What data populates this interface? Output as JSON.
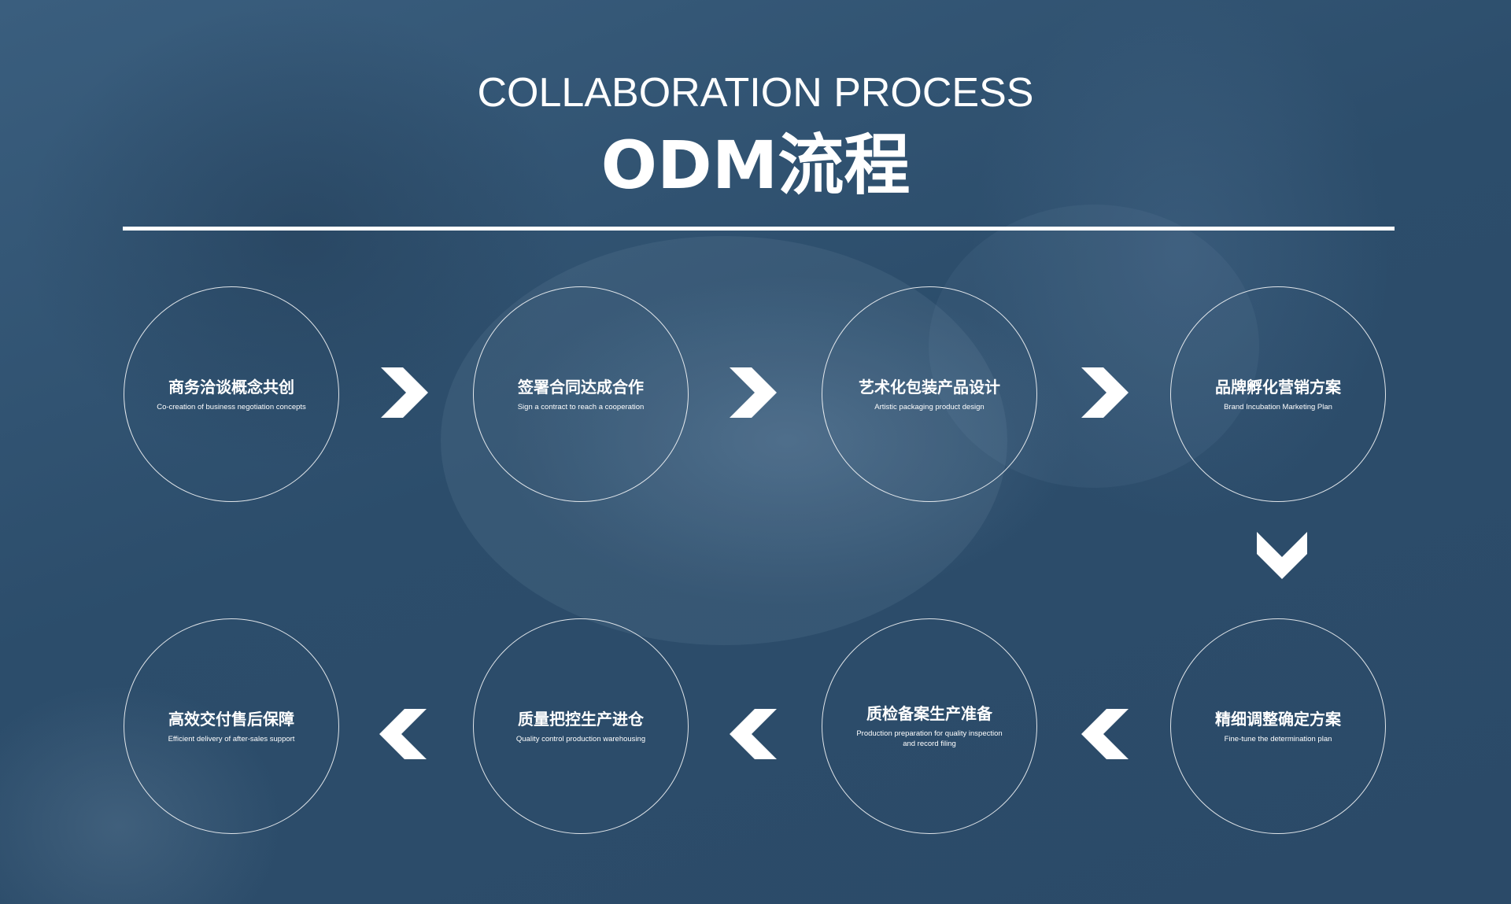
{
  "header": {
    "subtitle": "COLLABORATION PROCESS",
    "title": "ODM流程"
  },
  "steps": [
    {
      "title": "商务洽谈概念共创",
      "subtitle": "Co-creation of business negotiation concepts"
    },
    {
      "title": "签署合同达成合作",
      "subtitle": "Sign a contract to reach a cooperation"
    },
    {
      "title": "艺术化包装产品设计",
      "subtitle": "Artistic packaging product design"
    },
    {
      "title": "品牌孵化营销方案",
      "subtitle": "Brand Incubation Marketing Plan"
    },
    {
      "title": "精细调整确定方案",
      "subtitle": "Fine-tune the determination plan"
    },
    {
      "title": "质检备案生产准备",
      "subtitle": "Production preparation for quality inspection and record filing"
    },
    {
      "title": "质量把控生产进仓",
      "subtitle": "Quality control production warehousing"
    },
    {
      "title": "高效交付售后保障",
      "subtitle": "Efficient delivery of after-sales support"
    }
  ],
  "icons": {
    "arrow_right": "chevron-right-icon",
    "arrow_left": "chevron-left-icon",
    "arrow_down": "chevron-down-icon"
  },
  "colors": {
    "background": "#2e4f6d",
    "foreground": "#ffffff"
  }
}
